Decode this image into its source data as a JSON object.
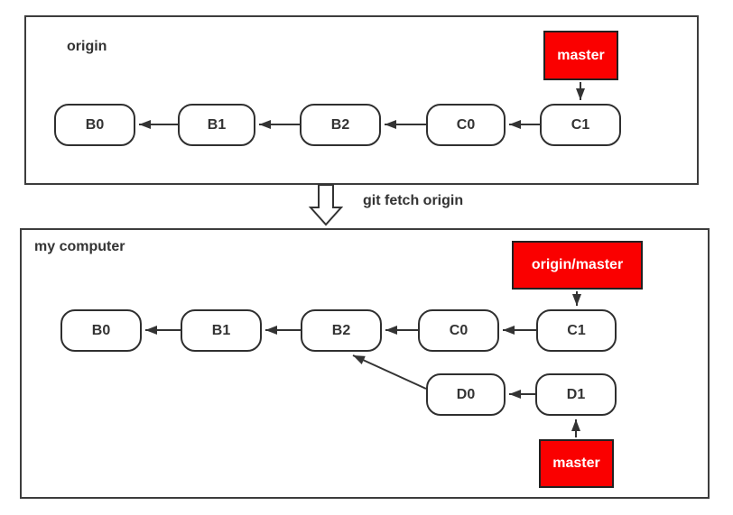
{
  "colors": {
    "background": "#ffffff",
    "panel_border": "#3d3d3d",
    "node_border": "#2f2f2f",
    "text": "#333333",
    "label_bg": "#fa0000",
    "label_border": "#212121",
    "label_text": "#ffffff",
    "arrow": "#333333"
  },
  "transition": {
    "label": "git fetch origin",
    "arrow_direction": "down"
  },
  "panels": [
    {
      "label": "origin",
      "nodes": [
        {
          "id": "B0",
          "label": "B0"
        },
        {
          "id": "B1",
          "label": "B1"
        },
        {
          "id": "B2",
          "label": "B2"
        },
        {
          "id": "C0",
          "label": "C0"
        },
        {
          "id": "C1",
          "label": "C1"
        }
      ],
      "branch_labels": [
        {
          "label": "master",
          "points_to": "C1"
        }
      ],
      "edges": [
        {
          "from": "B1",
          "to": "B0"
        },
        {
          "from": "B2",
          "to": "B1"
        },
        {
          "from": "C0",
          "to": "B2"
        },
        {
          "from": "C1",
          "to": "C0"
        },
        {
          "from": "master",
          "to": "C1"
        }
      ]
    },
    {
      "label": "my computer",
      "nodes": [
        {
          "id": "B0",
          "label": "B0"
        },
        {
          "id": "B1",
          "label": "B1"
        },
        {
          "id": "B2",
          "label": "B2"
        },
        {
          "id": "C0",
          "label": "C0"
        },
        {
          "id": "C1",
          "label": "C1"
        },
        {
          "id": "D0",
          "label": "D0"
        },
        {
          "id": "D1",
          "label": "D1"
        }
      ],
      "branch_labels": [
        {
          "label": "origin/master",
          "points_to": "C1"
        },
        {
          "label": "master",
          "points_to": "D1"
        }
      ],
      "edges": [
        {
          "from": "B1",
          "to": "B0"
        },
        {
          "from": "B2",
          "to": "B1"
        },
        {
          "from": "C0",
          "to": "B2"
        },
        {
          "from": "C1",
          "to": "C0"
        },
        {
          "from": "D1",
          "to": "D0"
        },
        {
          "from": "D0",
          "to": "B2"
        },
        {
          "from": "origin/master",
          "to": "C1"
        },
        {
          "from": "master",
          "to": "D1"
        }
      ]
    }
  ]
}
